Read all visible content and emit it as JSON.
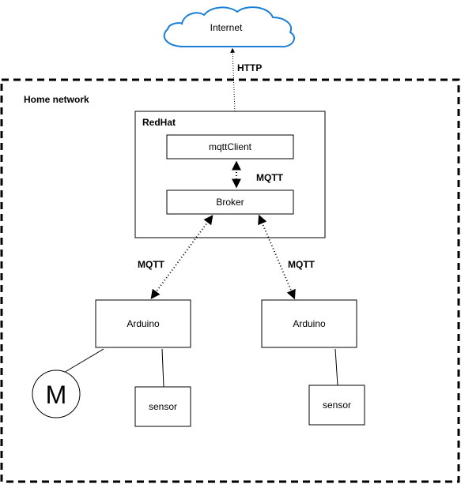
{
  "colors": {
    "cloud_stroke": "#1a7fd6",
    "cloud_fill": "#ffffff",
    "line": "#000000"
  },
  "cloud": {
    "label": "Internet"
  },
  "home_network": {
    "label": "Home network"
  },
  "redhat": {
    "label": "RedHat"
  },
  "mqtt_client": {
    "label": "mqttClient"
  },
  "broker": {
    "label": "Broker"
  },
  "arduino_left": {
    "label": "Arduino"
  },
  "arduino_right": {
    "label": "Arduino"
  },
  "motor": {
    "label": "M"
  },
  "sensor_left": {
    "label": "sensor"
  },
  "sensor_right": {
    "label": "sensor"
  },
  "connections": {
    "internet_client": "HTTP",
    "client_broker": "MQTT",
    "broker_arduino_left": "MQTT",
    "broker_arduino_right": "MQTT"
  }
}
